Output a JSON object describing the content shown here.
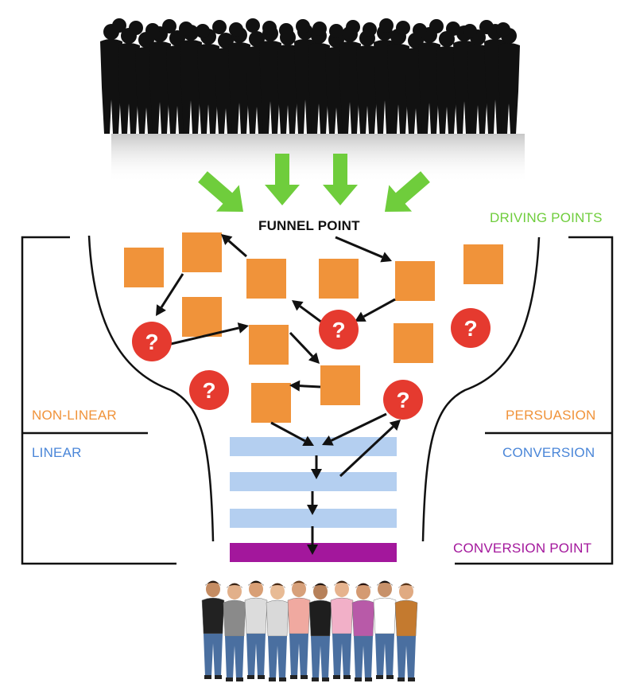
{
  "labels": {
    "funnel_point": "FUNNEL POINT",
    "driving_points": "DRIVING POINTS",
    "non_linear": "NON-LINEAR",
    "linear": "LINEAR",
    "persuasion": "PERSUASION",
    "conversion": "CONVERSION",
    "conversion_point": "CONVERSION POINT"
  },
  "question_mark": "?",
  "colors": {
    "green": "#6fcd3c",
    "orange": "#f0933a",
    "red": "#e53a2f",
    "linear_blue": "#4a86d8",
    "bar_blue": "#b4cff0",
    "purple": "#a3179c",
    "black": "#111111"
  },
  "illustrations": {
    "top": "crowd-silhouette",
    "bottom": "group-of-people-photo"
  }
}
